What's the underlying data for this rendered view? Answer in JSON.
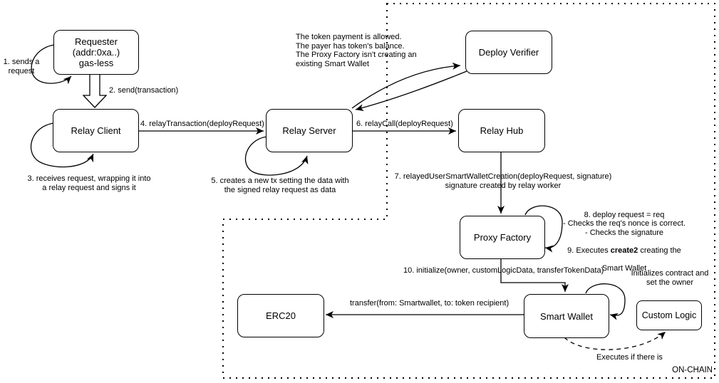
{
  "boxes": {
    "requester": "Requester\n(addr:0xa..)\ngas-less",
    "relay_client": "Relay Client",
    "relay_server": "Relay Server",
    "deploy_verifier": "Deploy Verifier",
    "relay_hub": "Relay Hub",
    "proxy_factory": "Proxy Factory",
    "smart_wallet": "Smart Wallet",
    "custom_logic": "Custom Logic",
    "erc20": "ERC20"
  },
  "notes": {
    "step1": "1. sends a\nrequest",
    "step2": "2. send(transaction)",
    "step3": "3. receives request, wrapping it into\na relay request and signs it",
    "step4": "4. relayTransaction(deployRequest)",
    "step5": "5. creates a new tx setting the data with\nthe signed relay request as data",
    "step6": "6. relayCall(deployRequest)",
    "step7": "7. relayedUserSmartWalletCreation(deployRequest, signature)\nsignature created by relay worker",
    "verifier_checks": "The token payment is allowed.\nThe payer has token's balance.\nThe Proxy Factory isn't creating an\nexisting Smart Wallet",
    "proxy_checks": {
      "lines123": "8. deploy request = req\n- Checks the req's nonce is correct.\n- Checks the signature",
      "l4_pre": "9. Executes ",
      "l4_bold": "create2",
      "l4_post": " creating the",
      "l5": "Smart Wallet"
    },
    "step10": "10. initialize(owner, customLogicData, transferTokenData)",
    "init_owner": "Initializes contract and\nset the owner",
    "transfer": "transfer(from: Smartwallet, to: token recipient)",
    "executes": "Executes if there is",
    "onchain": "ON-CHAIN"
  },
  "colors": {
    "stroke": "#000000",
    "background": "#ffffff"
  }
}
